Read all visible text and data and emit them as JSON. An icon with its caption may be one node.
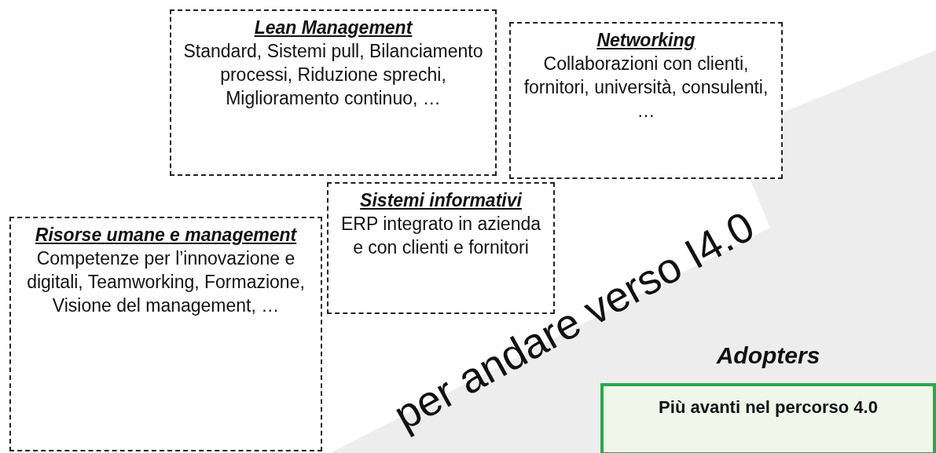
{
  "diagram": {
    "nodes": [
      {
        "text": [
          "Lean Management",
          "Standard, Sistemi pull, Bilanciamento processi, Riduzione sprechi, Miglioramento continuo, …"
        ]
      },
      {
        "text": [
          "Networking",
          "Collaborazioni con clienti, fornitori, università, consulenti, …"
        ]
      },
      {
        "text": [
          "Sistemi informativi",
          "ERP integrato in azienda e con clienti e fornitori"
        ]
      },
      {
        "text": [
          "Risorse umane e management",
          "Competenze  per l’innovazione e digitali, Teamworking, Formazione, Visione del management, …"
        ]
      },
      {
        "text": [
          "Adopters",
          "Più avanti nel percorso 4.0"
        ]
      }
    ],
    "edges": [],
    "labels": [
      "per andare verso I4.0"
    ]
  }
}
